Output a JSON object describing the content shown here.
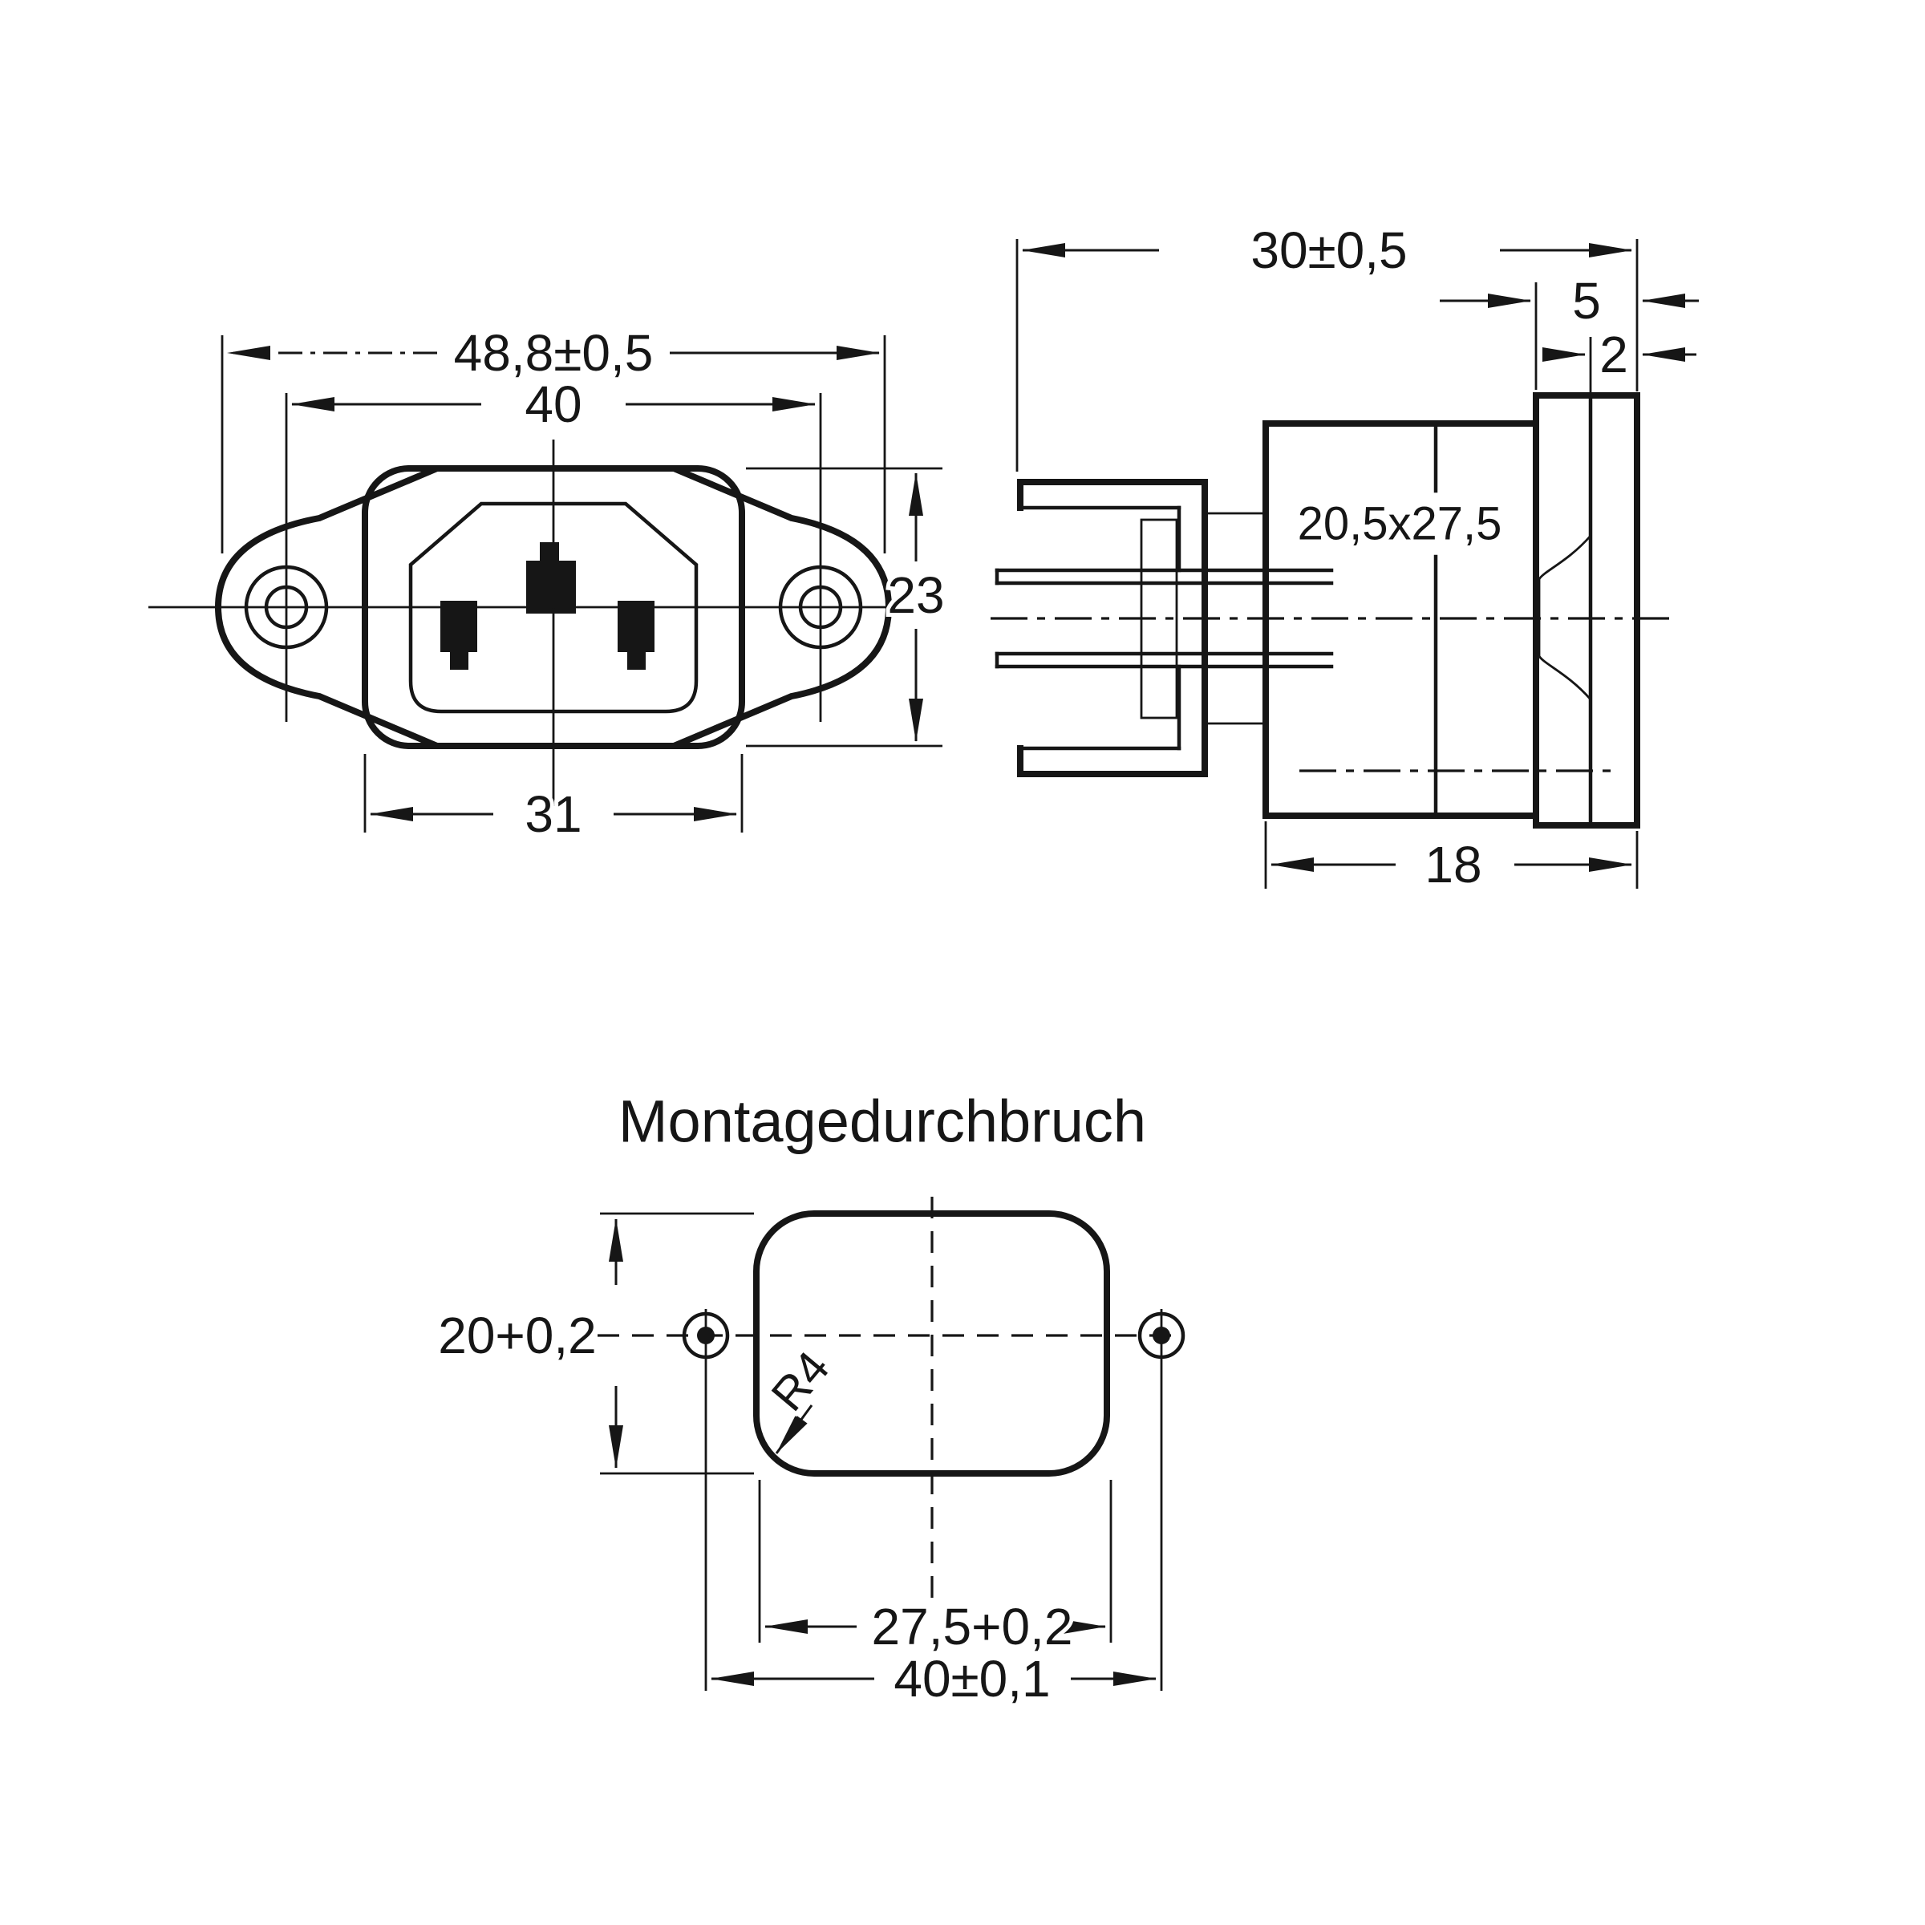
{
  "front": {
    "overall_width": "48,8±0,5",
    "hole_spacing": "40",
    "height": "23",
    "body_width": "31"
  },
  "side": {
    "overall_depth": "30±0,5",
    "flange_width": "5",
    "rear_offset": "2",
    "body_size": "20,5x27,5",
    "body_depth": "18"
  },
  "cutout": {
    "heading": "Montagedurchbruch",
    "height": "20+0,2",
    "corner_radius": "R4",
    "width": "27,5+0,2",
    "hole_spacing": "40±0,1"
  },
  "colors": {
    "line": "#161616",
    "background": "#ffffff"
  }
}
